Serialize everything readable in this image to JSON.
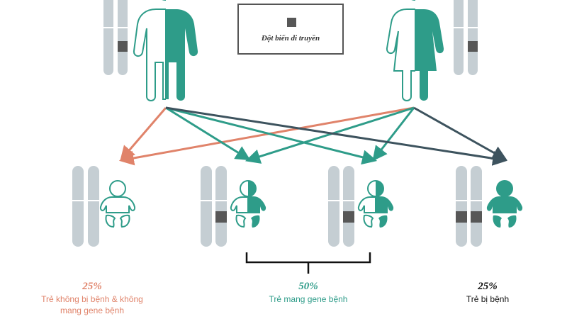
{
  "colors": {
    "teal": "#2e9c89",
    "gray_chromosome": "#c5ced3",
    "mutation": "#575757",
    "orange": "#e0836a",
    "dark_slate": "#3d535e",
    "bracket": "#111111"
  },
  "legend": {
    "label": "Đột biến di truyền",
    "swatch_icon": "gray-square"
  },
  "outcomes": [
    {
      "percent": "25%",
      "caption_line1": "Trẻ không bị bệnh & không",
      "caption_line2": "mang gene bệnh",
      "color": "#e0836a"
    },
    {
      "percent": "50%",
      "caption_line1": "Trẻ mang gene bệnh",
      "caption_line2": "",
      "color": "#2e9c89"
    },
    {
      "percent": "25%",
      "caption_line1": "Trẻ bị bệnh",
      "caption_line2": "",
      "color": "#111111"
    }
  ],
  "icons": [
    "father-icon",
    "mother-icon",
    "baby-icon",
    "chromosome-pair-icon"
  ]
}
